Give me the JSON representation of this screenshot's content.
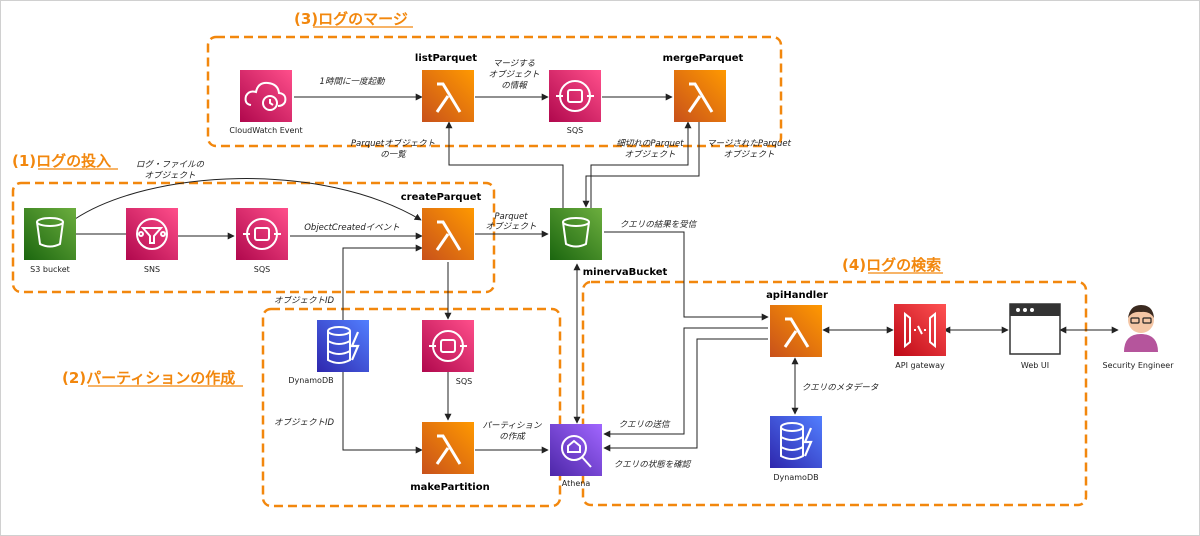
{
  "sections": {
    "ingest": "(1)ログの投入",
    "partition": "(2)パーティションの作成",
    "merge": "(3)ログのマージ",
    "search": "(4)ログの検索"
  },
  "nodes": {
    "s3": "S3 bucket",
    "sns": "SNS",
    "sqs_ingest": "SQS",
    "create_parquet": "createParquet",
    "minerva_bucket": "minervaBucket",
    "dynamodb_left": "DynamoDB",
    "sqs_partition": "SQS",
    "make_partition": "makePartition",
    "athena": "Athena",
    "cloudwatch": "CloudWatch Event",
    "list_parquet": "listParquet",
    "sqs_merge": "SQS",
    "merge_parquet": "mergeParquet",
    "api_handler": "apiHandler",
    "api_gateway": "API gateway",
    "web_ui": "Web UI",
    "security_engineer": "Security Engineer",
    "dynamodb_right": "DynamoDB"
  },
  "edge_labels": {
    "log_file_object": [
      "ログ・ファイルの",
      "オブジェクト"
    ],
    "object_created": "ObjectCreatedイベント",
    "parquet_object": [
      "Parquet",
      "オブジェクト"
    ],
    "object_id_top": "オブジェクトID",
    "object_id_bottom": "オブジェクトID",
    "create_partition": [
      "パーティション",
      "の作成"
    ],
    "hourly": "1時間に一度起動",
    "merge_info": [
      "マージする",
      "オブジェクト",
      "の情報"
    ],
    "parquet_list": [
      "Parquetオブジェクト",
      "の一覧"
    ],
    "small_parquet": [
      "細切れのParquet",
      "オブジェクト"
    ],
    "merged_parquet": [
      "マージされたParquet",
      "オブジェクト"
    ],
    "receive_result": "クエリの結果を受信",
    "send_query": "クエリの送信",
    "check_status": "クエリの状態を確認",
    "query_metadata": "クエリのメタデータ"
  }
}
